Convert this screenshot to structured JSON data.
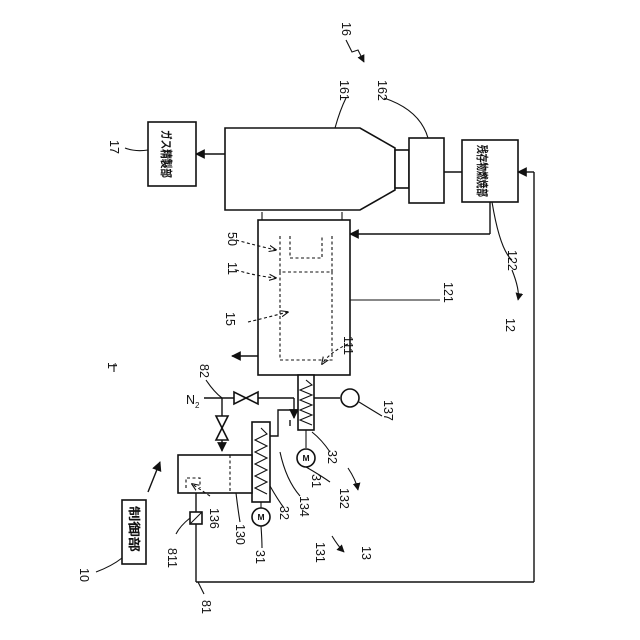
{
  "blocks": {
    "gas_purification": "ガス精製部",
    "residue_combustion": "残存物燃焼部",
    "control": "制御部"
  },
  "gas": {
    "n2": "N",
    "n2_sub": "2"
  },
  "motor_symbol": "M",
  "labels": {
    "l16": "16",
    "l161": "161",
    "l162": "162",
    "l17": "17",
    "l50": "50",
    "l11": "11",
    "l121": "121",
    "l122": "122",
    "l12": "12",
    "l15": "15",
    "l111": "111",
    "l1": "1",
    "l82": "82",
    "l137": "137",
    "l32a": "32",
    "l31a": "31",
    "l132": "132",
    "l134": "134",
    "l32b": "32",
    "l136": "136",
    "l130": "130",
    "l31b": "31",
    "l131": "131",
    "l13": "13",
    "l10": "10",
    "l811": "811",
    "l81": "81"
  },
  "colors": {
    "line": "#111111",
    "background": "#ffffff"
  }
}
